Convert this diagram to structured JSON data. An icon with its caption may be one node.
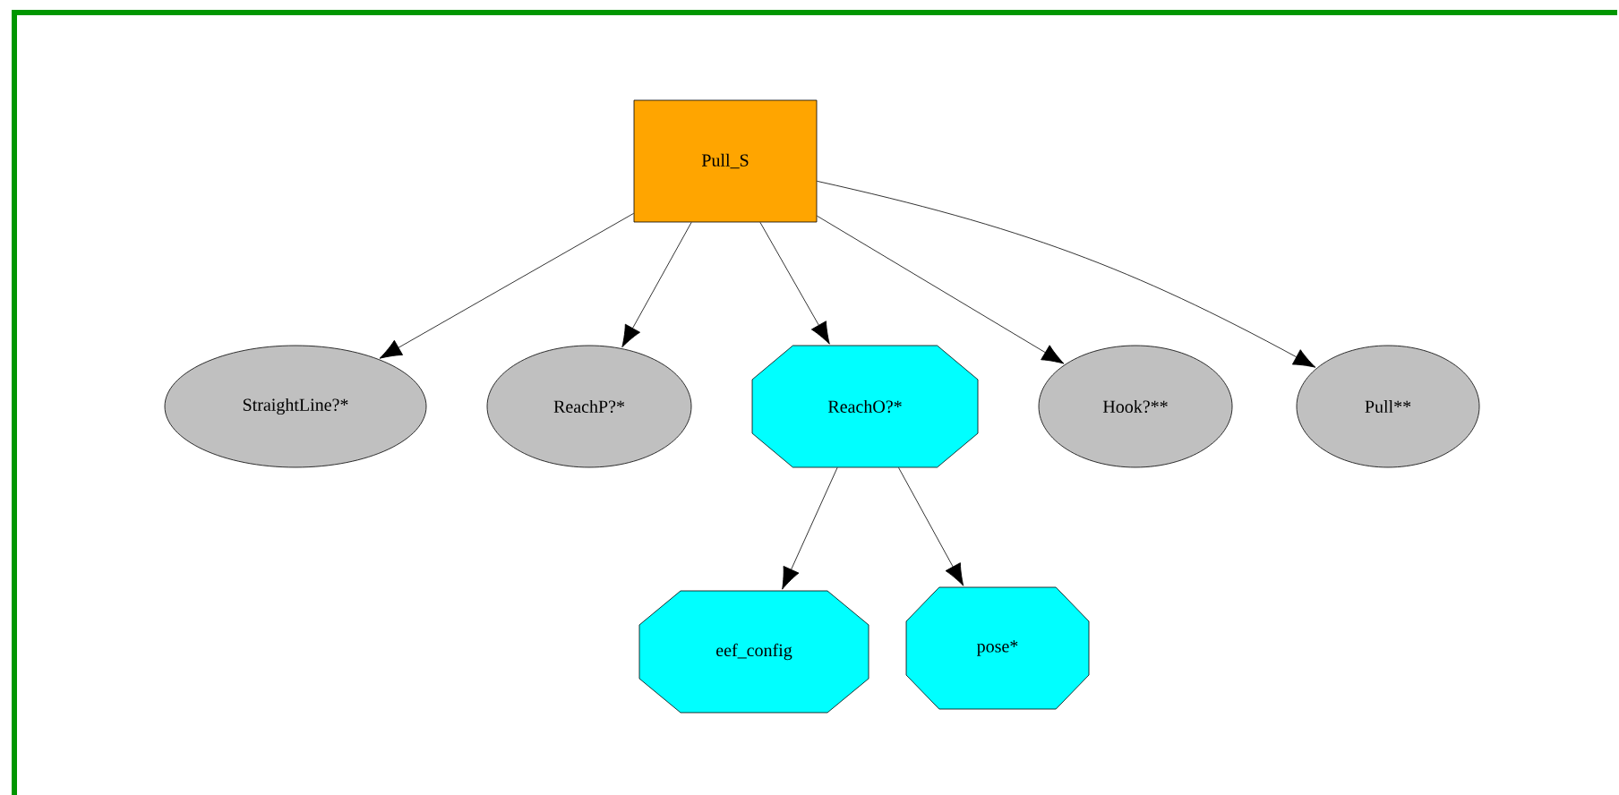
{
  "diagram": {
    "nodes": [
      {
        "text": [
          "Pull_S"
        ]
      },
      {
        "text": [
          "StraightLine?*"
        ]
      },
      {
        "text": [
          "ReachP?*"
        ]
      },
      {
        "text": [
          "ReachO?*"
        ]
      },
      {
        "text": [
          "Hook?**"
        ]
      },
      {
        "text": [
          "Pull**"
        ]
      },
      {
        "text": [
          "eef_config"
        ]
      },
      {
        "text": [
          "pose*"
        ]
      }
    ],
    "edges": [
      {
        "from": 0,
        "to": 1,
        "arrow": "to"
      },
      {
        "from": 0,
        "to": 2,
        "arrow": "to"
      },
      {
        "from": 0,
        "to": 3,
        "arrow": "to"
      },
      {
        "from": 0,
        "to": 4,
        "arrow": "to"
      },
      {
        "from": 0,
        "to": 5,
        "arrow": "to"
      },
      {
        "from": 3,
        "to": 6,
        "arrow": "to"
      },
      {
        "from": 3,
        "to": 7,
        "arrow": "to"
      }
    ]
  }
}
